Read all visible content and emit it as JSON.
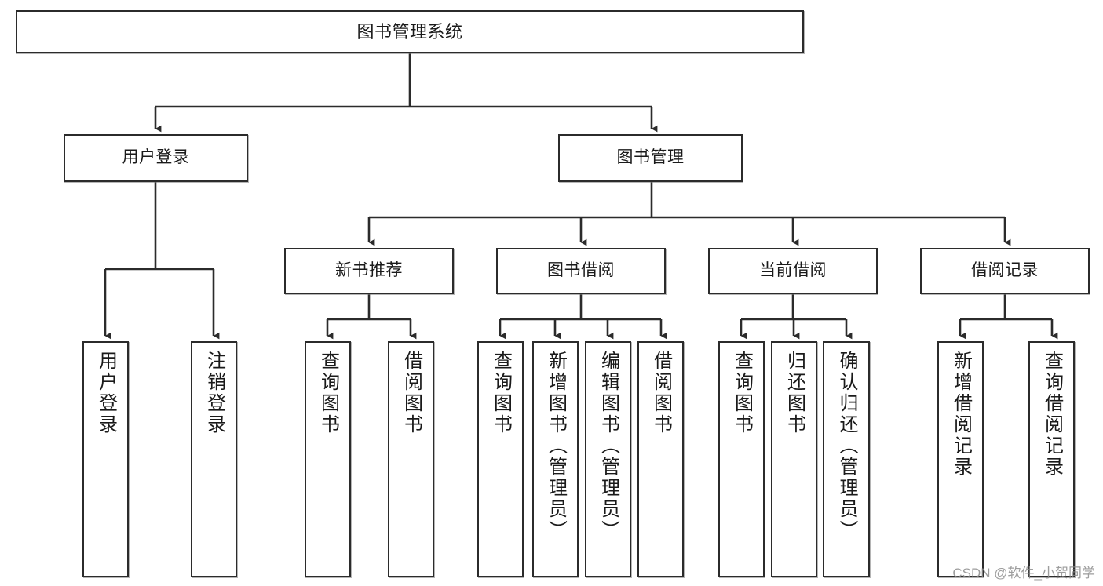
{
  "diagram": {
    "title": "图书管理系统",
    "type": "tree-hierarchy",
    "watermark": "CSDN @软件_小贺同学",
    "colors": {
      "box_border": "#2b2b2b",
      "box_fill": "#ffffff",
      "connector": "#2b2b2b",
      "text": "#1a1a1a",
      "watermark": "#8c8c8c"
    },
    "root": {
      "label": "图书管理系统"
    },
    "level1": [
      {
        "label": "用户登录"
      },
      {
        "label": "图书管理"
      }
    ],
    "level2": [
      {
        "label": "新书推荐"
      },
      {
        "label": "图书借阅"
      },
      {
        "label": "当前借阅"
      },
      {
        "label": "借阅记录"
      }
    ],
    "leaves": {
      "user_login": [
        {
          "label": "用户登录"
        },
        {
          "label": "注销登录"
        }
      ],
      "new_book_recommend": [
        {
          "label": "查询图书"
        },
        {
          "label": "借阅图书"
        }
      ],
      "book_borrow": [
        {
          "label": "查询图书"
        },
        {
          "label": "新增图书（管理员）"
        },
        {
          "label": "编辑图书（管理员）"
        },
        {
          "label": "借阅图书"
        }
      ],
      "current_borrow": [
        {
          "label": "查询图书"
        },
        {
          "label": "归还图书"
        },
        {
          "label": "确认归还（管理员）"
        }
      ],
      "borrow_record": [
        {
          "label": "新增借阅记录"
        },
        {
          "label": "查询借阅记录"
        }
      ]
    }
  }
}
